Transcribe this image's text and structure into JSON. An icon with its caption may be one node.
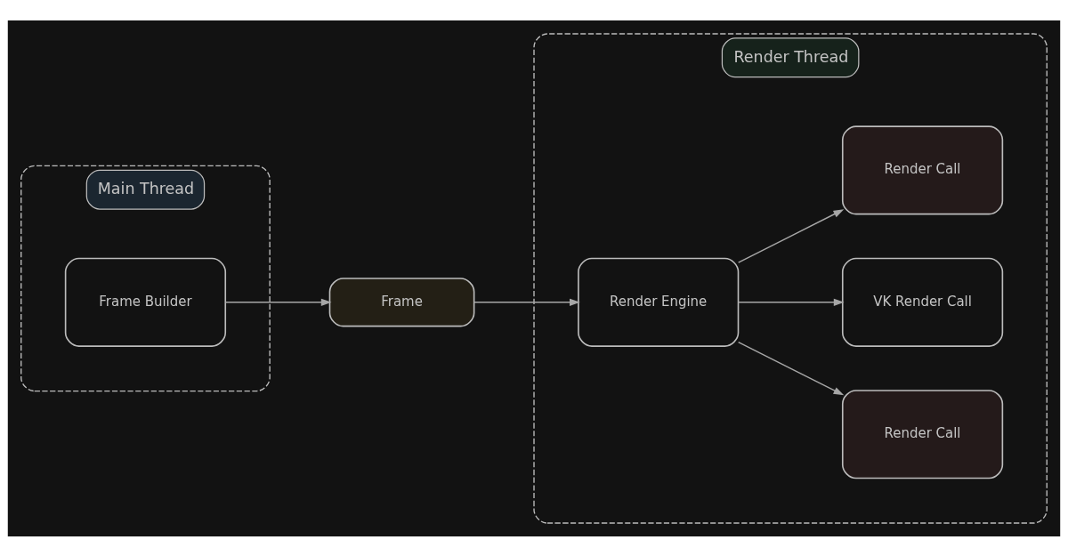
{
  "diagram": {
    "nodes": [
      {
        "text": [
          "Main Thread"
        ]
      },
      {
        "text": [
          "Frame Builder"
        ],
        "in": 0
      },
      {
        "text": [
          "Frame"
        ]
      },
      {
        "text": [
          "Render Thread"
        ]
      },
      {
        "text": [
          "Render Engine"
        ],
        "in": 3
      },
      {
        "text": [
          "Render Call"
        ],
        "in": 3
      },
      {
        "text": [
          "VK Render Call"
        ],
        "in": 3
      },
      {
        "text": [
          "Render Call"
        ],
        "in": 3
      }
    ],
    "edges": [
      {
        "from": 1,
        "to": 2,
        "arrow": "to"
      },
      {
        "from": 2,
        "to": 4,
        "arrow": "to"
      },
      {
        "from": 4,
        "to": 5,
        "arrow": "to"
      },
      {
        "from": 4,
        "to": 6,
        "arrow": "to"
      },
      {
        "from": 4,
        "to": 7,
        "arrow": "to"
      }
    ]
  }
}
